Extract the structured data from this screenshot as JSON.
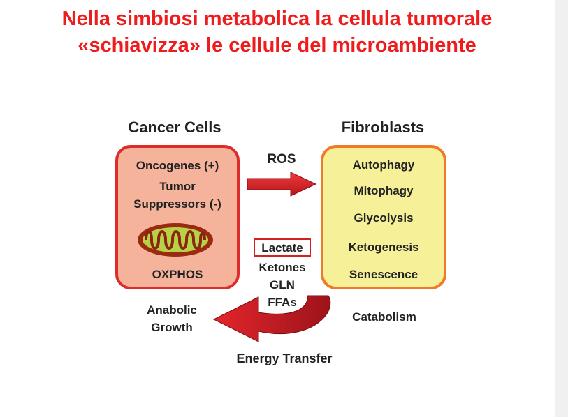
{
  "title_line1": "Nella simbiosi metabolica la cellula tumorale",
  "title_line2": "«schiavizza» le cellule del microambiente",
  "cancer": {
    "header": "Cancer Cells",
    "items": [
      "Oncogenes (+)",
      "Tumor",
      "Suppressors (-)",
      "OXPHOS"
    ]
  },
  "fibro": {
    "header": "Fibroblasts",
    "items": [
      "Autophagy",
      "Mitophagy",
      "Glycolysis",
      "Ketogenesis",
      "Senescence"
    ]
  },
  "ros_label": "ROS",
  "metabolites": [
    "Lactate",
    "Ketones",
    "GLN",
    "FFAs"
  ],
  "anabolic": [
    "Anabolic",
    "Growth"
  ],
  "catabolism": "Catabolism",
  "energy_transfer": "Energy Transfer",
  "colors": {
    "title": "#ee1c1c",
    "cancer_fill": "#f6b39b",
    "cancer_border": "#e02b2b",
    "fibro_fill": "#f6f199",
    "fibro_border": "#ef7b28",
    "arrow": "#d8262c"
  },
  "icons": [
    "mitochondrion-icon",
    "ros-arrow",
    "energy-transfer-arrow"
  ]
}
